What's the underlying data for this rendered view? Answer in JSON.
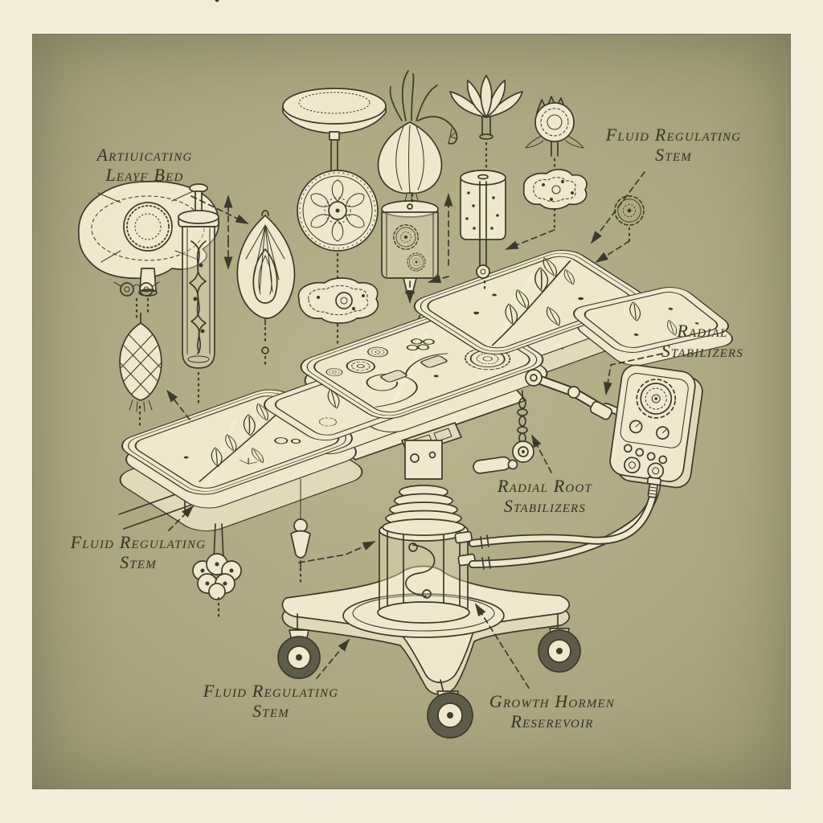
{
  "palette": {
    "paper": "#f2edda",
    "panel_center": "#bab58e",
    "panel_edge": "#6f6d52",
    "ink": "#3e3a2a",
    "cream_fill": "#efe8cd",
    "shade_fill": "#e2d9b8",
    "wheel_tire": "#5e5b49"
  },
  "labels": {
    "articulating_leaf_bed": {
      "line1": "Artiuicating",
      "line2": "Leayf Bed"
    },
    "fluid_regulating_stem_top": {
      "line1": "Fluid Regulating",
      "line2": "Stem"
    },
    "radial_stabilizers": {
      "line1": "Radial",
      "line2": "Stabilizers"
    },
    "radial_root_stabilizers": {
      "line1": "Radial Root",
      "line2": "Stabilizers"
    },
    "fluid_regulating_stem_left": {
      "line1": "Fluid Regulating",
      "line2": "Stem"
    },
    "fluid_regulating_stem_bottom": {
      "line1": "Fluid Regulating",
      "line2": "Stem"
    },
    "growth_hormone_reservoir": {
      "line1": "Growth Hormen",
      "line2": "Reserevoir"
    }
  },
  "specimens": [
    "poppy-flower",
    "disc-flower",
    "onion-sprout-bulb",
    "lotus-flower",
    "chrysanthemum-flower",
    "rosette-valve-disc",
    "spiral-vine-tube",
    "gourd-cross-section",
    "amoeba-disc",
    "spectacle-seeds",
    "protea-bud",
    "gear-seed-canister",
    "specimen-canister",
    "wavy-membrane-disc",
    "gear-flower",
    "root-pod-cluster"
  ],
  "machine_parts": [
    "articulated-leaf-trays",
    "under-frame",
    "plumb-bob",
    "weight-chain",
    "stabilizer-arm",
    "bellows-column",
    "growth-reservoir",
    "star-base",
    "casters",
    "control-handset",
    "fluid-tubes"
  ]
}
